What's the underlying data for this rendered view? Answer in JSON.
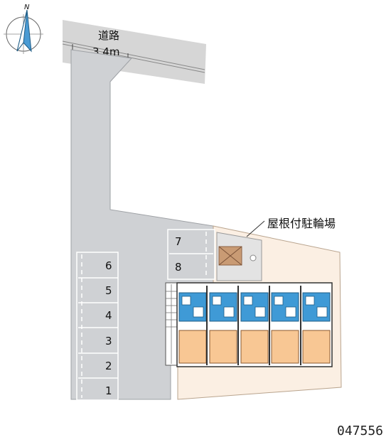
{
  "compass": {
    "north_label": "N"
  },
  "road": {
    "name": "道路",
    "width": "3.4m"
  },
  "bicycle_parking": {
    "label": "屋根付駐輪場"
  },
  "parking_left": [
    "6",
    "5",
    "4",
    "3",
    "2",
    "1"
  ],
  "parking_right": [
    "7",
    "8"
  ],
  "units_count_shown": 5,
  "map_code": "047556",
  "colors": {
    "road": "#d6d6d6",
    "lot": "#cfd1d4",
    "grounds": "#fbefe3",
    "unit_floor": "#f8c794",
    "wet_area": "#3f9ad6",
    "shed": "#c99b74"
  }
}
